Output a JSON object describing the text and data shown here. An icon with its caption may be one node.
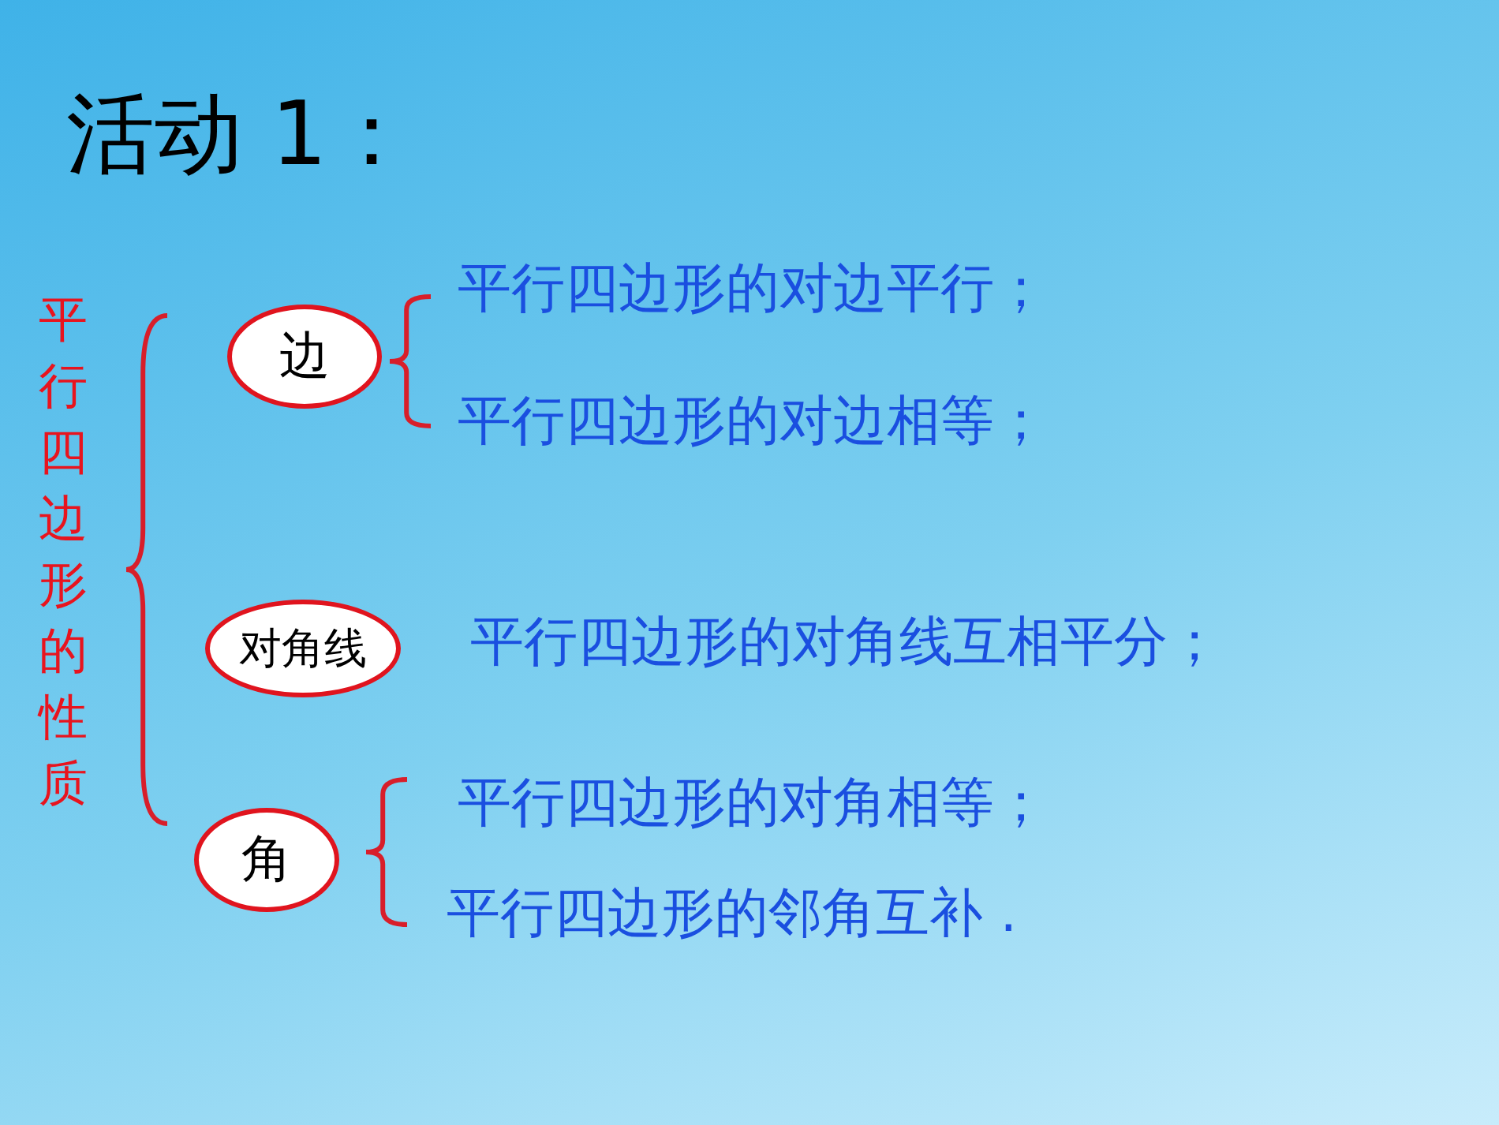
{
  "diagram": {
    "title": "活动 1：",
    "nodes": [
      {
        "text": [
          "边"
        ]
      },
      {
        "text": [
          "对角线"
        ]
      },
      {
        "text": [
          "角"
        ]
      }
    ],
    "labels": [
      "平行四边形的性质",
      "平行四边形的对边平行；",
      "平行四边形的对边相等；",
      "平行四边形的对角线互相平分；",
      "平行四边形的对角相等；",
      "平行四边形的邻角互补 ."
    ]
  }
}
